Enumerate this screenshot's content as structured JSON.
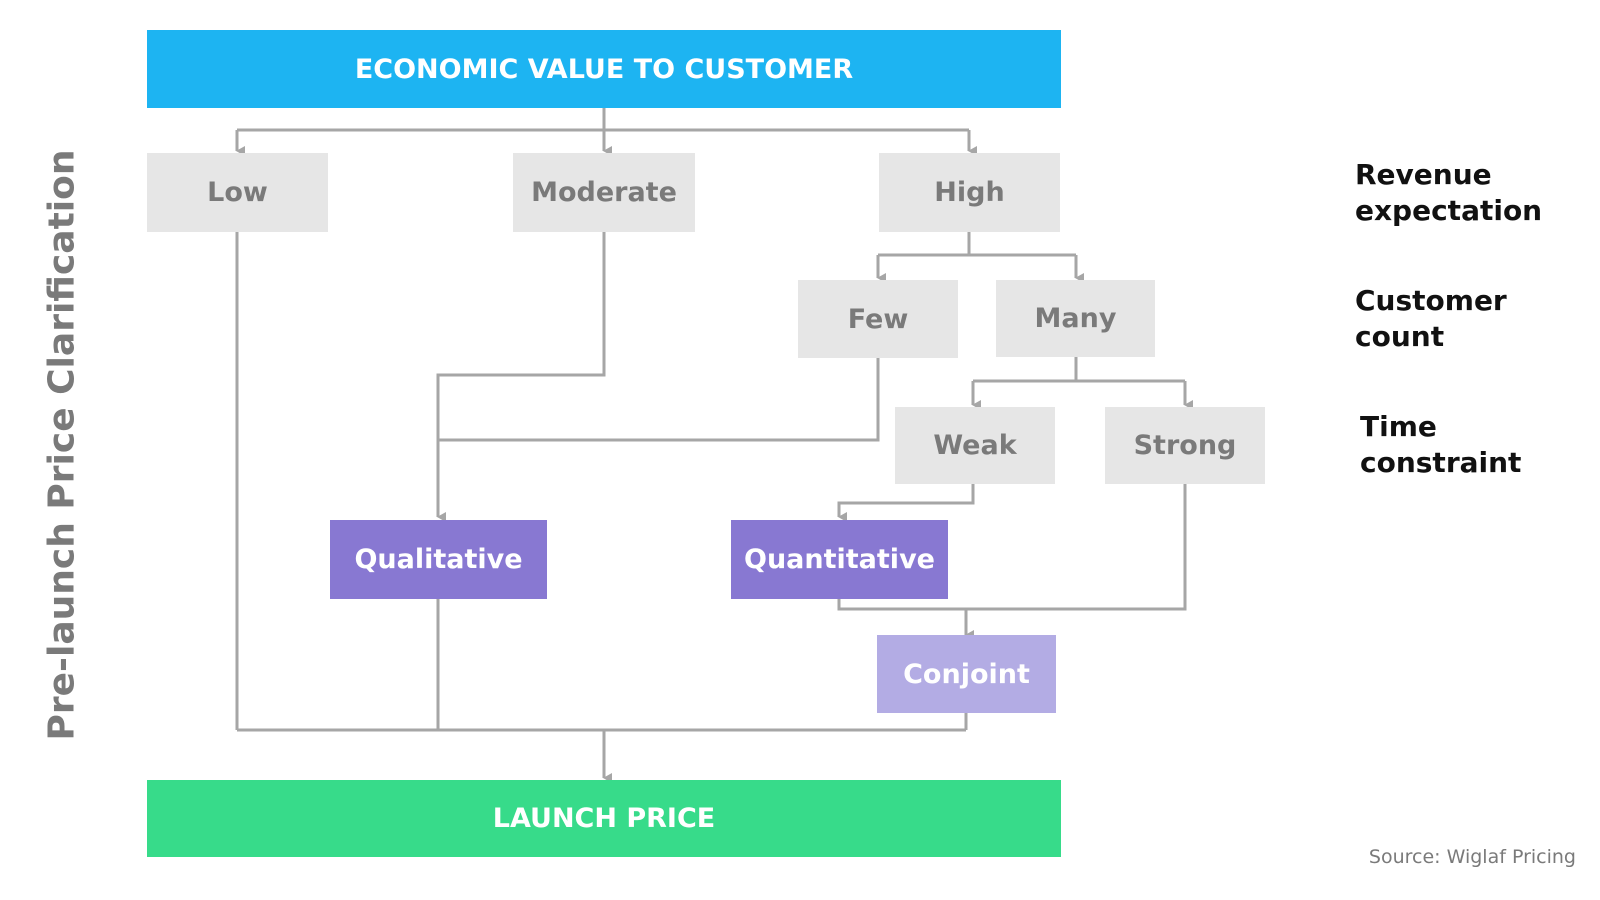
{
  "colors": {
    "top_banner": "#1db4f2",
    "bottom_banner": "#37db8a",
    "gray_node": "#e6e6e6",
    "gray_text": "#7a7a7a",
    "purple_node": "#8878d2",
    "lavender_node": "#b3ace4",
    "connector": "#a6a6a6"
  },
  "side_title": "Pre-launch Price Clarification",
  "top_banner": "ECONOMIC VALUE TO CUSTOMER",
  "bottom_banner": "LAUNCH PRICE",
  "nodes": {
    "low": "Low",
    "moderate": "Moderate",
    "high": "High",
    "few": "Few",
    "many": "Many",
    "weak": "Weak",
    "strong": "Strong",
    "qualitative": "Qualitative",
    "quantitative": "Quantitative",
    "conjoint": "Conjoint"
  },
  "row_labels": {
    "revenue": [
      "Revenue",
      "expectation"
    ],
    "customer": [
      "Customer",
      "count"
    ],
    "time": [
      "Time",
      "constraint"
    ]
  },
  "source": "Source: Wiglaf Pricing"
}
